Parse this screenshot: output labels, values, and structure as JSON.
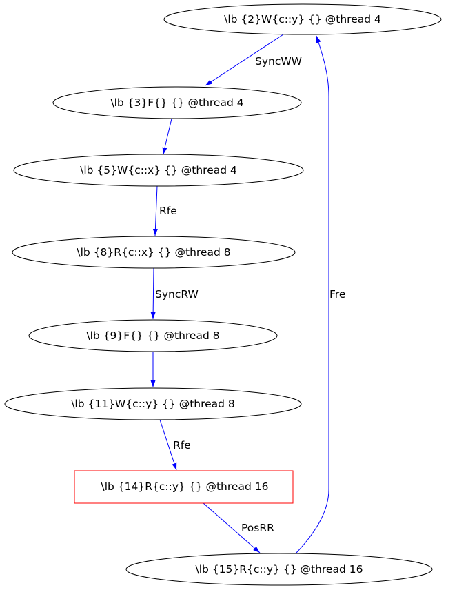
{
  "graph": {
    "edge_color": "#0000ff",
    "node_border_color": "#000000",
    "highlight_border_color": "#ff0000",
    "nodes": [
      {
        "id": "n2",
        "label": "\\lb {2}W{c::y} {} @thread 4",
        "shape": "ellipse"
      },
      {
        "id": "n3",
        "label": "\\lb {3}F{} {} @thread 4",
        "shape": "ellipse"
      },
      {
        "id": "n5",
        "label": "\\lb {5}W{c::x} {} @thread 4",
        "shape": "ellipse"
      },
      {
        "id": "n8",
        "label": "\\lb {8}R{c::x} {} @thread 8",
        "shape": "ellipse"
      },
      {
        "id": "n9",
        "label": "\\lb {9}F{} {} @thread 8",
        "shape": "ellipse"
      },
      {
        "id": "n11",
        "label": "\\lb {11}W{c::y} {} @thread 8",
        "shape": "ellipse"
      },
      {
        "id": "n14",
        "label": "\\lb {14}R{c::y} {} @thread 16",
        "shape": "box"
      },
      {
        "id": "n15",
        "label": "\\lb {15}R{c::y} {} @thread 16",
        "shape": "ellipse"
      }
    ],
    "edges": [
      {
        "from": "n2",
        "to": "n3",
        "label": "SyncWW"
      },
      {
        "from": "n3",
        "to": "n5",
        "label": ""
      },
      {
        "from": "n5",
        "to": "n8",
        "label": "Rfe"
      },
      {
        "from": "n8",
        "to": "n9",
        "label": "SyncRW"
      },
      {
        "from": "n9",
        "to": "n11",
        "label": ""
      },
      {
        "from": "n11",
        "to": "n14",
        "label": "Rfe"
      },
      {
        "from": "n14",
        "to": "n15",
        "label": "PosRR"
      },
      {
        "from": "n15",
        "to": "n2",
        "label": "Fre"
      }
    ]
  }
}
